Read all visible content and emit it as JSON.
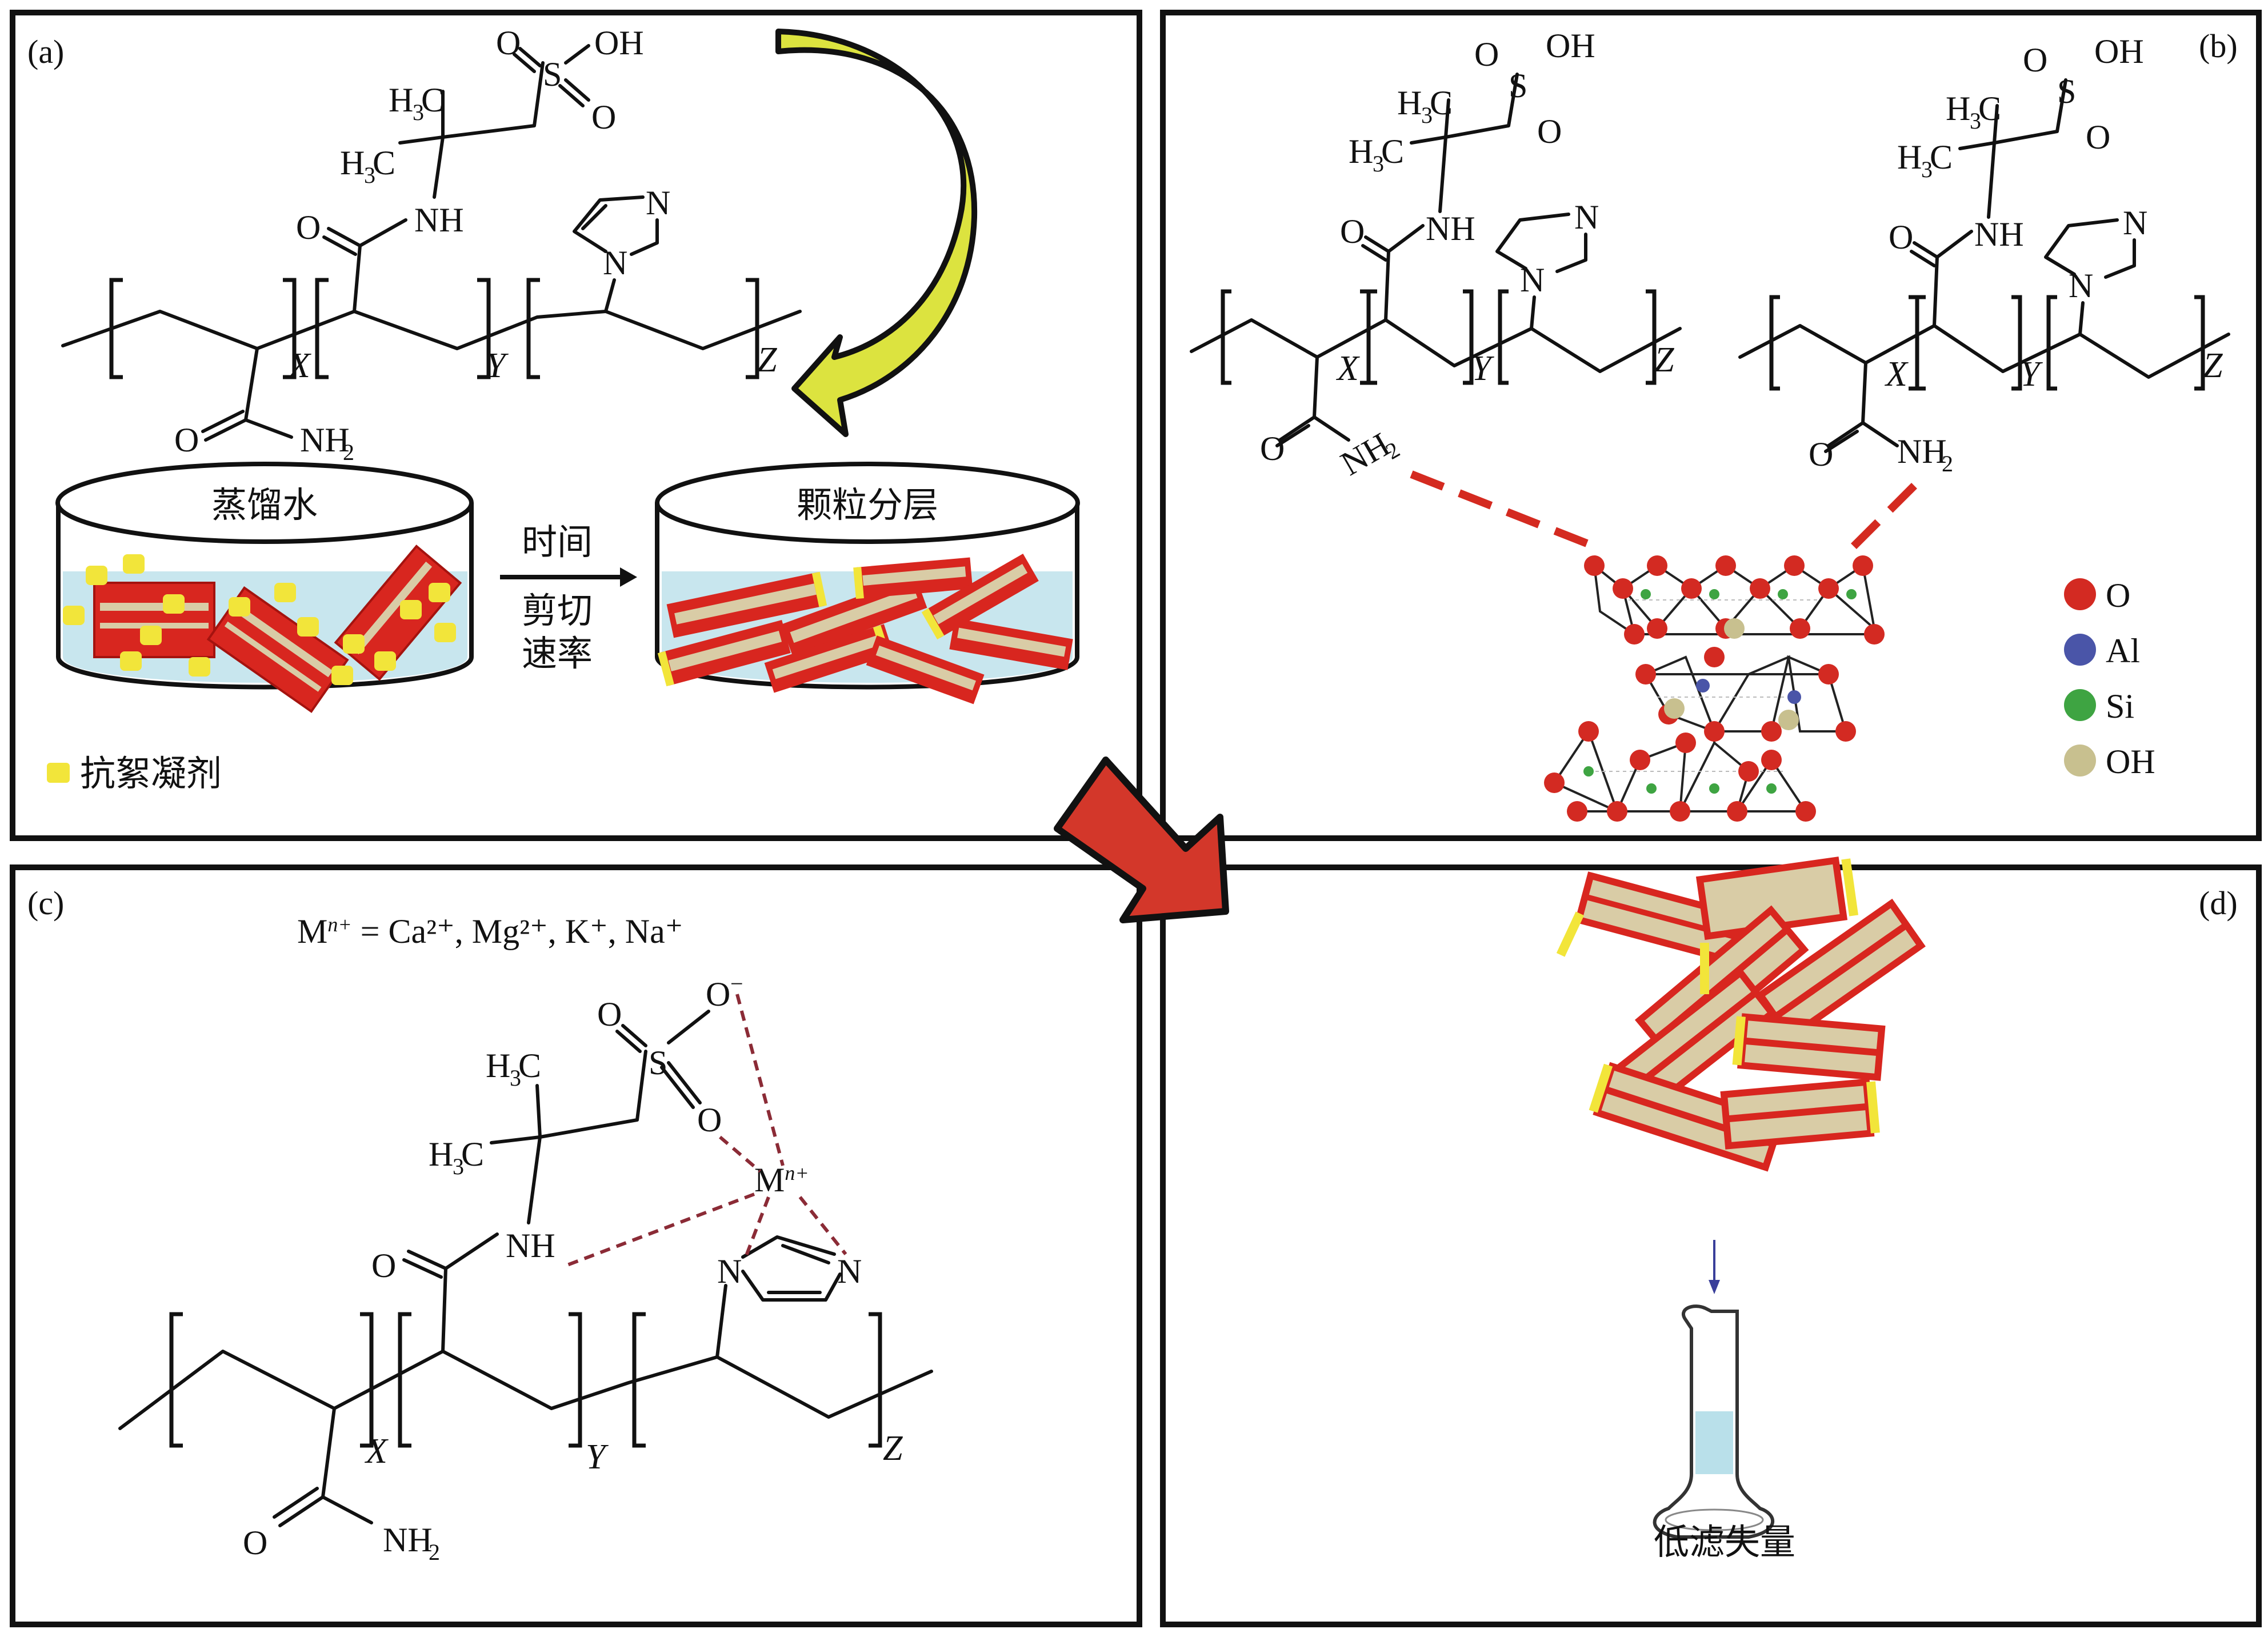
{
  "panels": {
    "a": {
      "label": "(a)",
      "polymer": {
        "sulfo_o1": "O",
        "sulfo_oh": "OH",
        "sulfo_s": "S",
        "sulfo_o2": "O",
        "methyl1": "H",
        "methyl1_sub": "3",
        "methyl1_c": "C",
        "methyl2": "H",
        "methyl2_sub": "3",
        "methyl2_c": "C",
        "amide_o": "O",
        "amide_nh": "NH",
        "imid_n1": "N",
        "imid_n2": "N",
        "x": "X",
        "y": "Y",
        "z": "Z",
        "bottom_o": "O",
        "bottom_nh": "NH",
        "bottom_nh_sub": "2"
      },
      "beaker_left_label": "蒸馏水",
      "beaker_right_label": "颗粒分层",
      "process_label_1": "时间",
      "process_label_2": "剪切",
      "process_label_3": "速率",
      "legend_label": "抗絮凝剂",
      "colors": {
        "anti_flocculant": "#f2e53a",
        "clay_red": "#d8261f",
        "clay_tan": "#d9ccA6",
        "water": "#c8e6ee",
        "curved_arrow": "#dce33f"
      }
    },
    "b": {
      "label": "(b)",
      "polymer": {
        "sulfo_o1": "O",
        "sulfo_oh": "OH",
        "sulfo_s": "S",
        "sulfo_o2": "O",
        "methyl1": "H",
        "methyl1_sub": "3",
        "methyl1_c": "C",
        "methyl2": "H",
        "methyl2_sub": "3",
        "methyl2_c": "C",
        "amide_o": "O",
        "amide_nh": "NH",
        "imid_n1": "N",
        "imid_n2": "N",
        "x": "X",
        "y": "Y",
        "z": "Z",
        "bottom_o": "O",
        "bottom_nh": "NH",
        "bottom_nh_sub": "2"
      },
      "legend": [
        {
          "label": "O",
          "color": "#d32a22"
        },
        {
          "label": "Al",
          "color": "#4a55a8"
        },
        {
          "label": "Si",
          "color": "#3ea442"
        },
        {
          "label": "OH",
          "color": "#c8c08f"
        }
      ]
    },
    "c": {
      "label": "(c)",
      "ion_def_m": "M",
      "ion_def_sup": "n+",
      "ion_def_rest": " = Ca²⁺, Mg²⁺, K⁺, Na⁺",
      "polymer": {
        "sulfo_o1": "O",
        "sulfo_ominus": "O",
        "sulfo_minus": "−",
        "sulfo_s": "S",
        "sulfo_o2": "O",
        "methyl1": "H",
        "methyl1_sub": "3",
        "methyl1_c": "C",
        "methyl2": "H",
        "methyl2_sub": "3",
        "methyl2_c": "C",
        "metal": "M",
        "metal_sup": "n+",
        "amide_o": "O",
        "amide_nh": "NH",
        "imid_n1": "N",
        "imid_n2": "N",
        "x": "X",
        "y": "Y",
        "z": "Z",
        "bottom_o": "O",
        "bottom_nh": "NH",
        "bottom_nh_sub": "2"
      }
    },
    "d": {
      "label": "(d)",
      "result_label": "低滤失量",
      "arrow_color": "#3a3f9a"
    }
  },
  "transition_arrow_color": "#d3372a"
}
